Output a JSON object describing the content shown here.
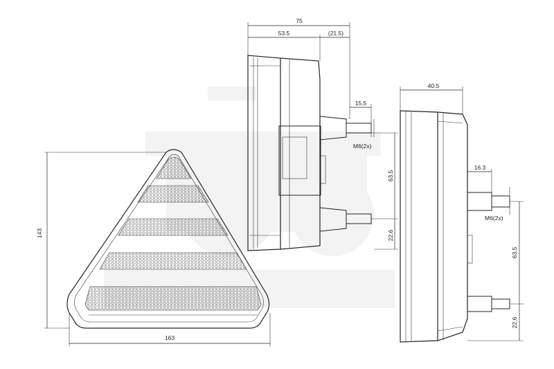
{
  "front_view": {
    "width_label": "163",
    "height_label": "143"
  },
  "side_view_left": {
    "overall_depth_label": "75",
    "body_depth_label": "53.5",
    "bracket_depth_label": "(21.5)",
    "stud_length_label": "15.5",
    "thread_label": "M6(2x)",
    "stud_spacing_label": "63.5",
    "stud_offset_label": "22.6"
  },
  "side_view_right": {
    "depth_label": "40.5",
    "stud_length_label": "16.3",
    "thread_label": "M6(2x)",
    "stud_spacing_label": "63.5",
    "stud_offset_label": "22.6"
  }
}
